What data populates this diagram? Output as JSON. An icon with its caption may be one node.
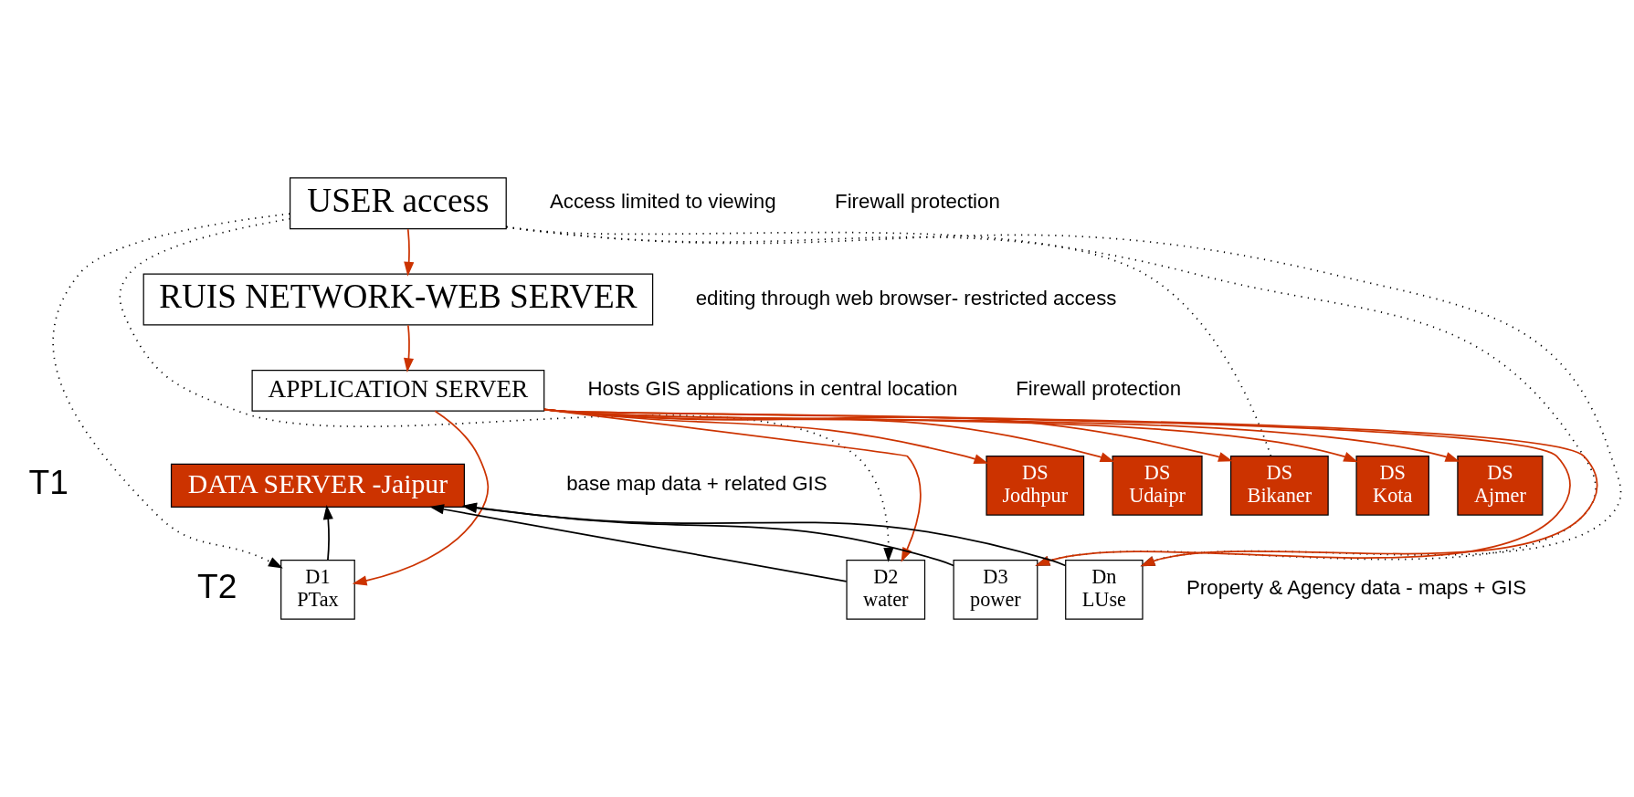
{
  "diagram": {
    "nodes": [
      {
        "text": [
          "USER access"
        ]
      },
      {
        "text": [
          "RUIS NETWORK-WEB SERVER"
        ]
      },
      {
        "text": [
          "APPLICATION SERVER"
        ]
      },
      {
        "text": [
          "DATA SERVER -Jaipur"
        ]
      },
      {
        "text": [
          "DS",
          "Jodhpur"
        ]
      },
      {
        "text": [
          "DS",
          "Udaipr"
        ]
      },
      {
        "text": [
          "DS",
          "Bikaner"
        ]
      },
      {
        "text": [
          "DS",
          "Kota"
        ]
      },
      {
        "text": [
          "DS",
          "Ajmer"
        ]
      },
      {
        "text": [
          "D1",
          "PTax"
        ]
      },
      {
        "text": [
          "D2",
          "water"
        ]
      },
      {
        "text": [
          "D3",
          "power"
        ]
      },
      {
        "text": [
          "Dn",
          "LUse"
        ]
      }
    ],
    "edges": [
      {
        "from": 0,
        "to": 1,
        "arrow": "to",
        "color": "#cc3300"
      },
      {
        "from": 1,
        "to": 2,
        "arrow": "to",
        "color": "#cc3300"
      },
      {
        "from": 2,
        "to": 4,
        "arrow": "to",
        "color": "#cc3300"
      },
      {
        "from": 2,
        "to": 5,
        "arrow": "to",
        "color": "#cc3300"
      },
      {
        "from": 2,
        "to": 6,
        "arrow": "to",
        "color": "#cc3300"
      },
      {
        "from": 2,
        "to": 7,
        "arrow": "to",
        "color": "#cc3300"
      },
      {
        "from": 2,
        "to": 8,
        "arrow": "to",
        "color": "#cc3300"
      },
      {
        "from": 2,
        "to": 9,
        "arrow": "to",
        "color": "#cc3300"
      },
      {
        "from": 2,
        "to": 10,
        "arrow": "to",
        "color": "#cc3300"
      },
      {
        "from": 2,
        "to": 11,
        "arrow": "to",
        "color": "#cc3300"
      },
      {
        "from": 2,
        "to": 12,
        "arrow": "to",
        "color": "#cc3300"
      },
      {
        "from": 0,
        "to": 9,
        "arrow": "to",
        "style": "dashed",
        "color": "#000000"
      },
      {
        "from": 0,
        "to": 10,
        "arrow": "to",
        "style": "dashed",
        "color": "#000000"
      },
      {
        "from": 0,
        "to": 11,
        "arrow": "to",
        "style": "dashed",
        "color": "#000000"
      },
      {
        "from": 0,
        "to": 12,
        "arrow": "to",
        "style": "dashed",
        "color": "#000000"
      },
      {
        "from": 0,
        "to": 6,
        "arrow": "none",
        "style": "dashed",
        "color": "#000000"
      },
      {
        "from": 9,
        "to": 3,
        "arrow": "to",
        "color": "#000000"
      },
      {
        "from": 10,
        "to": 3,
        "arrow": "to",
        "color": "#000000"
      },
      {
        "from": 11,
        "to": 3,
        "arrow": "to",
        "color": "#000000"
      },
      {
        "from": 12,
        "to": 3,
        "arrow": "to",
        "color": "#000000"
      }
    ],
    "labels": [
      "Access limited to viewing",
      "Firewall protection",
      "editing through web browser- restricted access",
      "Hosts GIS applications in central location",
      "Firewall protection",
      "T1",
      "base map data + related GIS",
      "T2",
      "Property & Agency data - maps + GIS"
    ]
  }
}
